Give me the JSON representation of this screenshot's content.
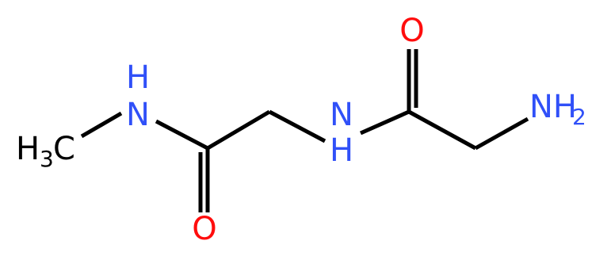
{
  "molecule": {
    "atoms": {
      "methyl": {
        "main": "H",
        "sub": "3",
        "tail": "C",
        "color": "#000000"
      },
      "nh_left": {
        "label": "N",
        "h": "H",
        "color": "#3050F8"
      },
      "o_bottom": {
        "label": "O",
        "color": "#FF0D0D"
      },
      "nh_mid": {
        "label": "N",
        "h": "H",
        "color": "#3050F8"
      },
      "o_top": {
        "label": "O",
        "color": "#FF0D0D"
      },
      "nh2": {
        "label": "NH",
        "sub": "2",
        "color": "#3050F8"
      }
    },
    "bond_color": "#000000"
  }
}
